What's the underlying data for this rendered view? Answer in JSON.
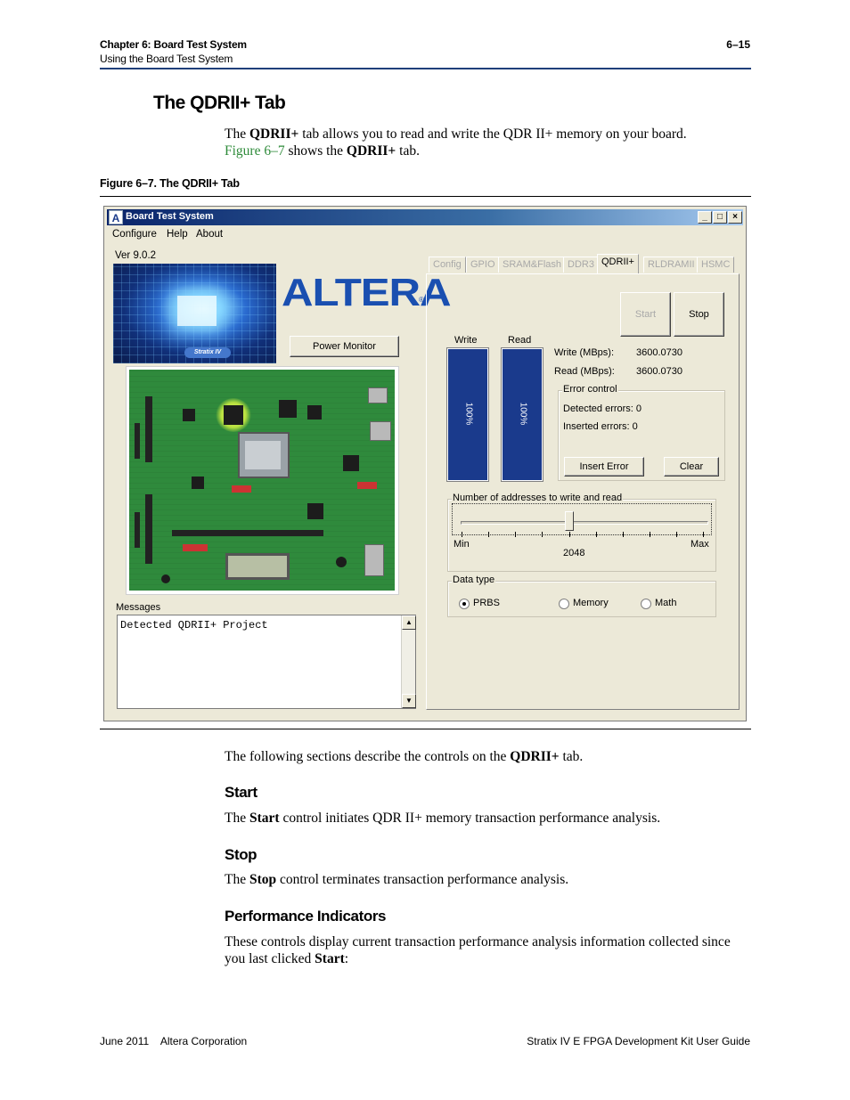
{
  "header": {
    "chapter": "Chapter 6:  Board Test System",
    "section": "Using the Board Test System",
    "page": "6–15"
  },
  "heading": "The QDRII+ Tab",
  "intro": {
    "p1_a": "The ",
    "p1_b": "QDRII+",
    "p1_c": " tab allows you to read and write the QDR II+ memory on your board.",
    "p2_link": "Figure 6–7",
    "p2_a": " shows the ",
    "p2_b": "QDRII+",
    "p2_c": " tab."
  },
  "figure_caption": "Figure 6–7.  The QDRII+ Tab",
  "window": {
    "title": "Board Test System",
    "logo_glyph": "A",
    "controls": [
      "_",
      "□",
      "×"
    ],
    "menu": [
      "Configure",
      "Help",
      "About"
    ],
    "version": "Ver 9.0.2",
    "chip_badge": "Stratix IV",
    "logo_text": "ALTERA",
    "logo_reg": "®",
    "power_monitor": "Power Monitor",
    "messages_label": "Messages",
    "message_text": "Detected QDRII+ Project",
    "scroll_up": "▲",
    "scroll_down": "▼",
    "tabs": [
      "Config",
      "GPIO",
      "SRAM&Flash",
      "DDR3",
      "QDRII+",
      "RLDRAMII",
      "HSMC"
    ],
    "active_tab": "QDRII+",
    "start": "Start",
    "stop": "Stop",
    "write_label": "Write",
    "read_label": "Read",
    "write_percent": 1.0,
    "read_percent": 1.0,
    "write_percent_text": "100%",
    "read_percent_text": "100%",
    "write_mbps_label": "Write (MBps):",
    "write_mbps": "3600.0730",
    "read_mbps_label": "Read (MBps):",
    "read_mbps": "3600.0730",
    "error_control": {
      "title": "Error control",
      "detected": "Detected errors: 0",
      "inserted": "Inserted errors: 0",
      "insert_error": "Insert Error",
      "clear": "Clear"
    },
    "addresses": {
      "title": "Number of addresses to write and read",
      "min": "Min",
      "max": "Max",
      "value": "2048"
    },
    "data_type": {
      "title": "Data type",
      "options": [
        "PRBS",
        "Memory",
        "Math"
      ],
      "selected": "PRBS"
    }
  },
  "after_figure": {
    "p_a": "The following sections describe the controls on the ",
    "p_b": "QDRII+",
    "p_c": " tab."
  },
  "start_section": {
    "heading": "Start",
    "a": "The ",
    "b": "Start",
    "c": " control initiates QDR II+ memory transaction performance analysis."
  },
  "stop_section": {
    "heading": "Stop",
    "a": "The ",
    "b": "Stop",
    "c": " control terminates transaction performance analysis."
  },
  "perf_section": {
    "heading": "Performance Indicators",
    "a": "These controls display current transaction performance analysis information collected since you last clicked ",
    "b": "Start",
    "c": ":"
  },
  "footer": {
    "left": "June 2011    Altera Corporation",
    "right": "Stratix IV E FPGA Development Kit User Guide"
  }
}
